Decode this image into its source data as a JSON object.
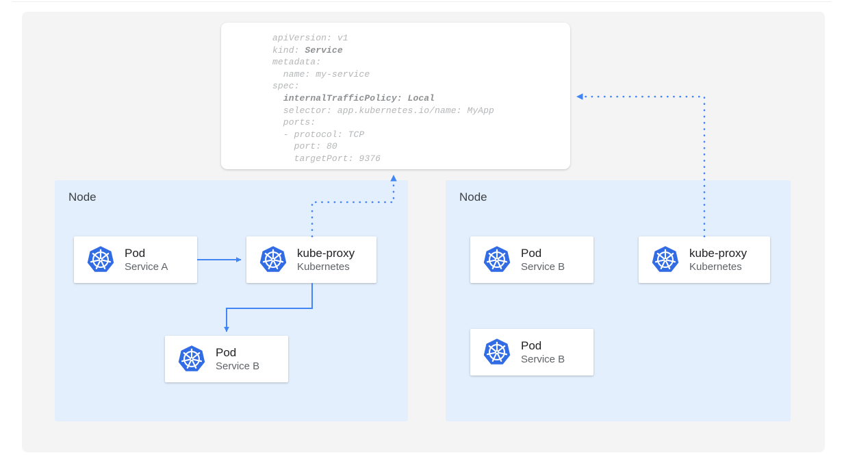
{
  "canvas": {
    "background_color": "#f4f4f4",
    "page_background": "#ffffff"
  },
  "yaml_card": {
    "name": "service-manifest",
    "language": "yaml",
    "lines": [
      {
        "text": "apiVersion: v1",
        "bold_part": ""
      },
      {
        "text": "kind: ",
        "bold_part": "Service"
      },
      {
        "text": "metadata:",
        "bold_part": ""
      },
      {
        "text": "  name: my-service",
        "bold_part": ""
      },
      {
        "text": "spec:",
        "bold_part": ""
      },
      {
        "text": "  ",
        "bold_part": "internalTrafficPolicy: Local"
      },
      {
        "text": "  selector: app.kubernetes.io/name: MyApp",
        "bold_part": ""
      },
      {
        "text": "  ports:",
        "bold_part": ""
      },
      {
        "text": "  - protocol: TCP",
        "bold_part": ""
      },
      {
        "text": "    port: 80",
        "bold_part": ""
      },
      {
        "text": "    targetPort: 9376",
        "bold_part": ""
      }
    ],
    "full_text": "apiVersion: v1\nkind: Service\nmetadata:\n  name: my-service\nspec:\n  internalTrafficPolicy: Local\n  selector: app.kubernetes.io/name: MyApp\n  ports:\n  - protocol: TCP\n    port: 80\n    targetPort: 9376",
    "text_color": "#b4b6b8",
    "bold_color": "#8e9193"
  },
  "nodes": [
    {
      "id": "node-left",
      "label": "Node",
      "background_color": "#e3effc"
    },
    {
      "id": "node-right",
      "label": "Node",
      "background_color": "#e3effc"
    }
  ],
  "cards": {
    "pod_a": {
      "icon": "kubernetes-icon",
      "title": "Pod",
      "subtitle": "Service A"
    },
    "kubeproxy_l": {
      "icon": "kubernetes-icon",
      "title": "kube-proxy",
      "subtitle": "Kubernetes"
    },
    "pod_b_left": {
      "icon": "kubernetes-icon",
      "title": "Pod",
      "subtitle": "Service B"
    },
    "pod_b_r1": {
      "icon": "kubernetes-icon",
      "title": "Pod",
      "subtitle": "Service B"
    },
    "kubeproxy_r": {
      "icon": "kubernetes-icon",
      "title": "kube-proxy",
      "subtitle": "Kubernetes"
    },
    "pod_b_r2": {
      "icon": "kubernetes-icon",
      "title": "Pod",
      "subtitle": "Service B"
    }
  },
  "connectors": [
    {
      "id": "pod-a-to-kubeproxy",
      "style": "solid",
      "color": "#4285f4",
      "from": "pod_a",
      "to": "kubeproxy_l"
    },
    {
      "id": "kubeproxy-to-pod-b",
      "style": "solid",
      "color": "#4285f4",
      "from": "kubeproxy_l",
      "to": "pod_b_left"
    },
    {
      "id": "kubeproxy-left-to-manifest",
      "style": "dotted",
      "color": "#4285f4",
      "from": "kubeproxy_l",
      "to": "service-manifest"
    },
    {
      "id": "kubeproxy-right-to-manifest",
      "style": "dotted",
      "color": "#4285f4",
      "from": "kubeproxy_r",
      "to": "service-manifest"
    }
  ],
  "colors": {
    "accent_blue": "#4285f4",
    "kubernetes_blue": "#326ce5",
    "node_panel": "#e3effc",
    "card_white": "#ffffff",
    "title_text": "#202124",
    "subtitle_text": "#5f6368",
    "node_label_text": "#3c4043"
  }
}
